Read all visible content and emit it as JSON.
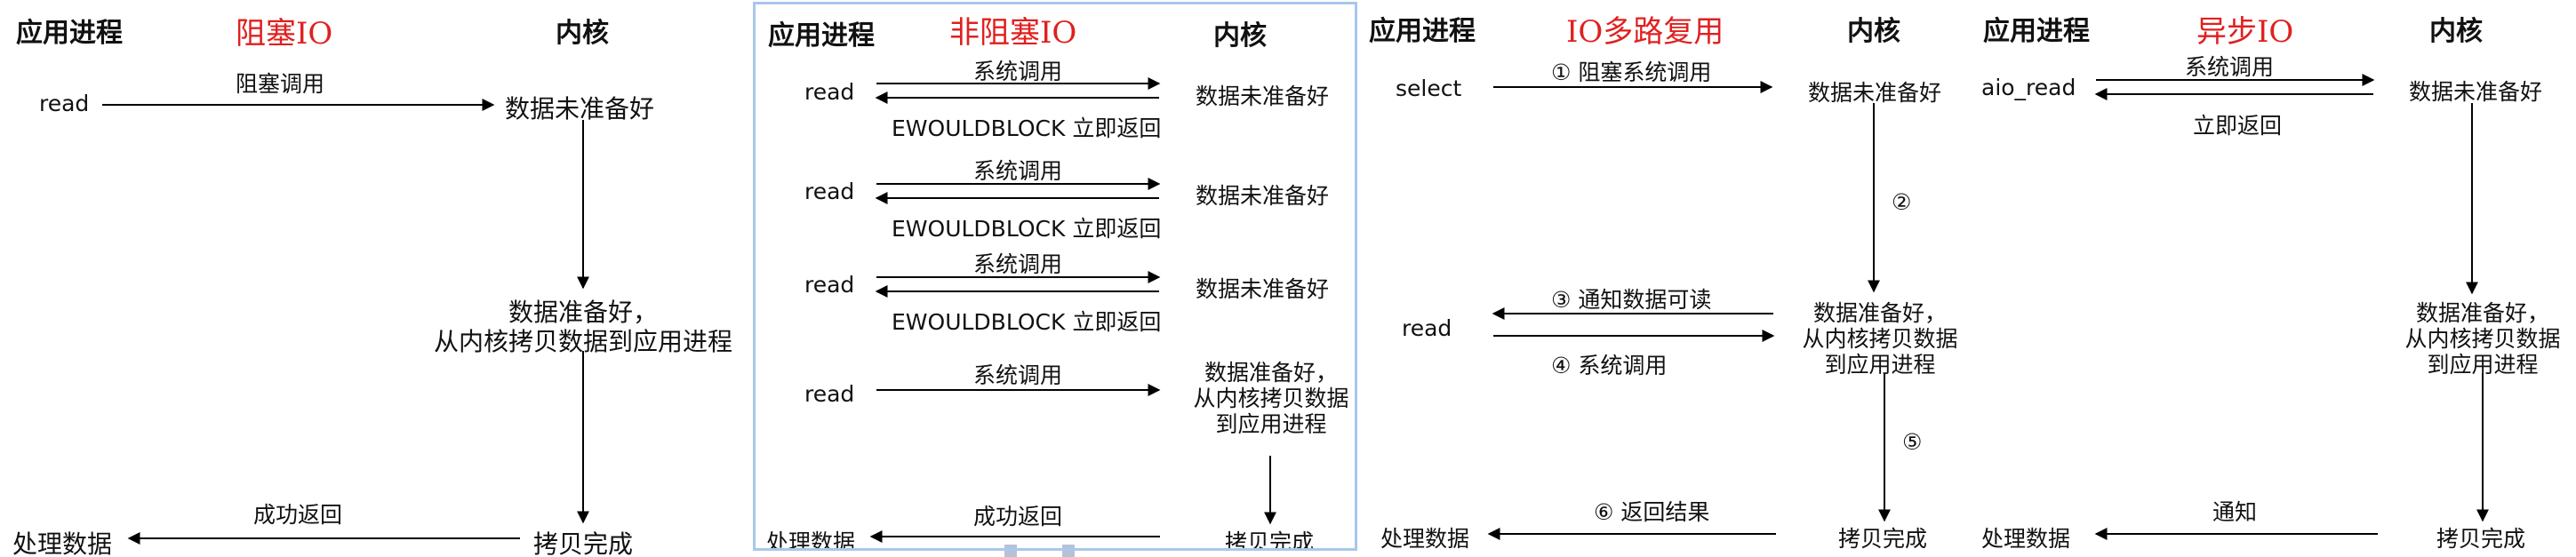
{
  "colors": {
    "title": "#e02020",
    "text": "#111111",
    "panel_border": "#a8c8ec",
    "arrow": "#000000"
  },
  "panel1": {
    "app_process": "应用进程",
    "title": "阻塞IO",
    "kernel": "内核",
    "read": "read",
    "blocking_call": "阻塞调用",
    "data_not_ready": "数据未准备好",
    "data_ready_line1": "数据准备好，",
    "data_ready_line2": "从内核拷贝数据到应用进程",
    "success_return": "成功返回",
    "process_data": "处理数据",
    "copy_done": "拷贝完成"
  },
  "panel2": {
    "app_process": "应用进程",
    "title": "非阻塞IO",
    "kernel": "内核",
    "rounds": [
      {
        "app": "read",
        "call": "系统调用",
        "reply": "EWOULDBLOCK 立即返回",
        "kernel": "数据未准备好"
      },
      {
        "app": "read",
        "call": "系统调用",
        "reply": "EWOULDBLOCK 立即返回",
        "kernel": "数据未准备好"
      },
      {
        "app": "read",
        "call": "系统调用",
        "reply": "EWOULDBLOCK 立即返回",
        "kernel": "数据未准备好"
      }
    ],
    "last_read": "read",
    "last_call": "系统调用",
    "ready_line1": "数据准备好，",
    "ready_line2": "从内核拷贝数据",
    "ready_line3": "到应用进程",
    "success_return": "成功返回",
    "process_data": "处理数据",
    "copy_done": "拷贝完成"
  },
  "panel3": {
    "app_process": "应用进程",
    "title": "IO多路复用",
    "kernel": "内核",
    "select": "select",
    "step1": "① 阻塞系统调用",
    "data_not_ready": "数据未准备好",
    "step2": "②",
    "step3": "③ 通知数据可读",
    "read": "read",
    "step4": "④ 系统调用",
    "ready_line1": "数据准备好，",
    "ready_line2": "从内核拷贝数据",
    "ready_line3": "到应用进程",
    "step5": "⑤",
    "step6": "⑥ 返回结果",
    "process_data": "处理数据",
    "copy_done": "拷贝完成"
  },
  "panel4": {
    "app_process": "应用进程",
    "title": "异步IO",
    "kernel": "内核",
    "aio_read": "aio_read",
    "sys_call": "系统调用",
    "immediate_return": "立即返回",
    "data_not_ready": "数据未准备好",
    "ready_line1": "数据准备好，",
    "ready_line2": "从内核拷贝数据",
    "ready_line3": "到应用进程",
    "notify": "通知",
    "process_data": "处理数据",
    "copy_done": "拷贝完成"
  }
}
